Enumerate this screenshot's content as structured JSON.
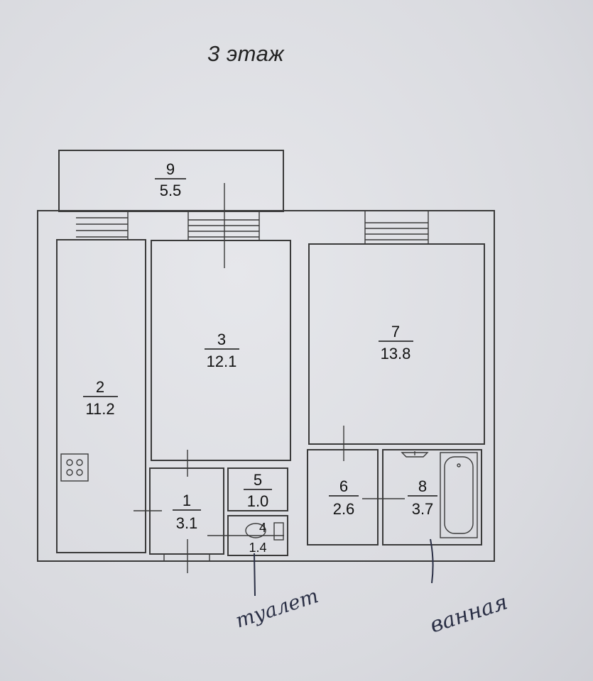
{
  "floor_title": "3 этаж",
  "rooms": [
    {
      "number": "9",
      "area": "5.5"
    },
    {
      "number": "2",
      "area": "11.2"
    },
    {
      "number": "3",
      "area": "12.1"
    },
    {
      "number": "7",
      "area": "13.8"
    },
    {
      "number": "1",
      "area": "3.1"
    },
    {
      "number": "5",
      "area": "1.0"
    },
    {
      "number": "4",
      "area": "1.4"
    },
    {
      "number": "6",
      "area": "2.6"
    },
    {
      "number": "8",
      "area": "3.7"
    }
  ],
  "handwritten": {
    "toilet": "туалет",
    "bathroom": "ванная"
  }
}
